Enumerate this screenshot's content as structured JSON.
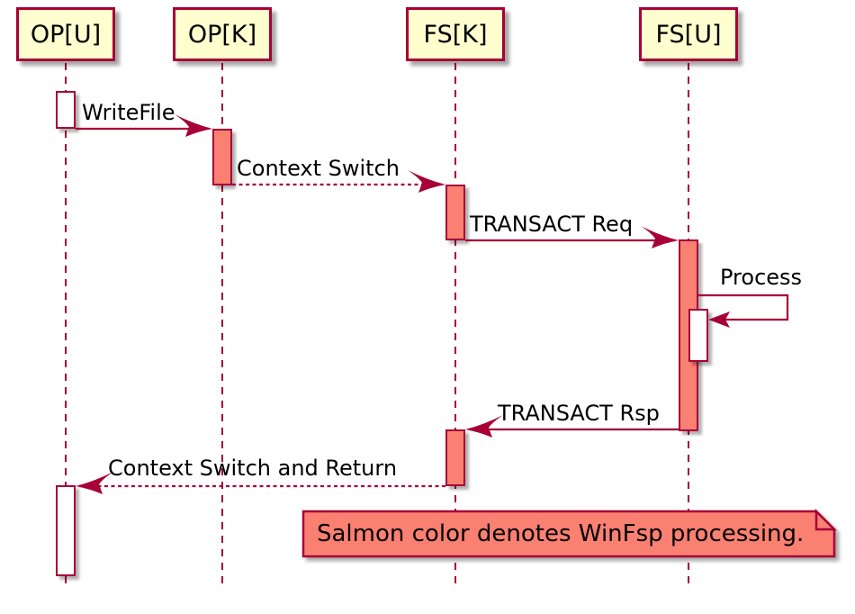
{
  "diagram": {
    "participants": [
      {
        "label": "OP[U]"
      },
      {
        "label": "OP[K]"
      },
      {
        "label": "FS[K]"
      },
      {
        "label": "FS[U]"
      }
    ],
    "messages": [
      {
        "label": "WriteFile",
        "from": "OP[U]",
        "to": "OP[K]",
        "line": "solid"
      },
      {
        "label": "Context Switch",
        "from": "OP[K]",
        "to": "FS[K]",
        "line": "dashed"
      },
      {
        "label": "TRANSACT Req",
        "from": "FS[K]",
        "to": "FS[U]",
        "line": "solid"
      },
      {
        "label": "Process",
        "from": "FS[U]",
        "to": "FS[U]",
        "line": "self"
      },
      {
        "label": "TRANSACT Rsp",
        "from": "FS[U]",
        "to": "FS[K]",
        "line": "solid"
      },
      {
        "label": "Context Switch and Return",
        "from": "FS[K]",
        "to": "OP[U]",
        "line": "dashed"
      }
    ],
    "note": {
      "text": "Salmon color denotes WinFsp processing."
    },
    "colors": {
      "participant_fill": "#FEFECE",
      "border": "#A80036",
      "salmon": "#FA8072",
      "activation_plain": "#FFFFFF",
      "background": "#FFFFFF",
      "text": "#000000"
    }
  }
}
